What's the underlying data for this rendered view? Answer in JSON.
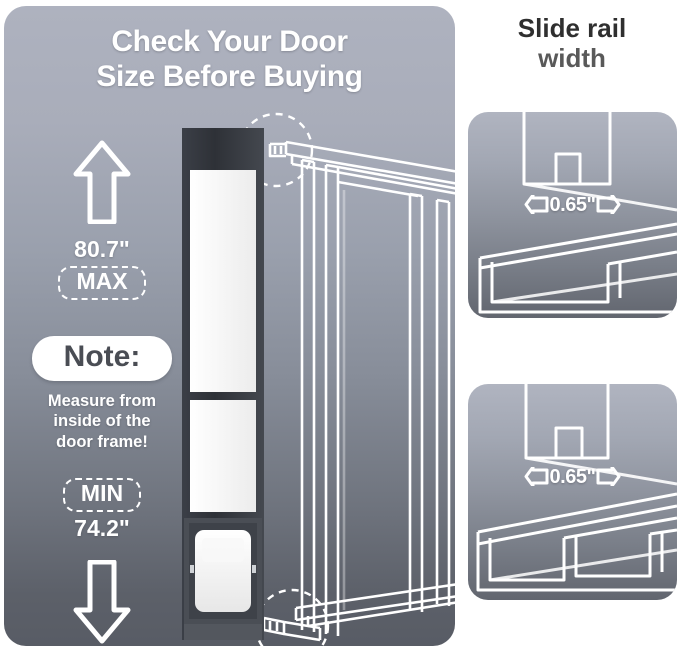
{
  "left_panel": {
    "title_line1": "Check Your Door",
    "title_line2": "Size Before Buying",
    "max_value": "80.7\"",
    "max_label": "MAX",
    "note_label": "Note:",
    "note_line1": "Measure from",
    "note_line2": "inside of the",
    "note_line3": "door frame!",
    "min_label": "MIN",
    "min_value": "74.2\"",
    "arrow_up_icon": "arrow-up-outline-icon",
    "arrow_down_icon": "arrow-down-outline-icon",
    "door_illustration_icon": "sliding-glass-door-with-pet-door-insert-icon",
    "callout_top_icon": "dashed-circle-callout-top-rail-icon",
    "callout_bottom_icon": "dashed-circle-callout-bottom-rail-icon"
  },
  "right_panel": {
    "title_line1": "Slide rail",
    "title_line2": "width",
    "cards": [
      {
        "name": "single-channel-rail",
        "dimension": "0.65\"",
        "diagram_icon": "rail-cross-section-single-channel-icon"
      },
      {
        "name": "double-channel-rail",
        "dimension": "0.65\"",
        "diagram_icon": "rail-cross-section-double-channel-icon"
      }
    ]
  },
  "colors": {
    "panel_top": "#aeb2bf",
    "panel_bottom": "#585c65",
    "text_white": "#ffffff",
    "title_dark": "#2f2f2f",
    "title_gray": "#595959",
    "door_frame_dark": "#333740",
    "glass_white": "#f4f4f4"
  }
}
